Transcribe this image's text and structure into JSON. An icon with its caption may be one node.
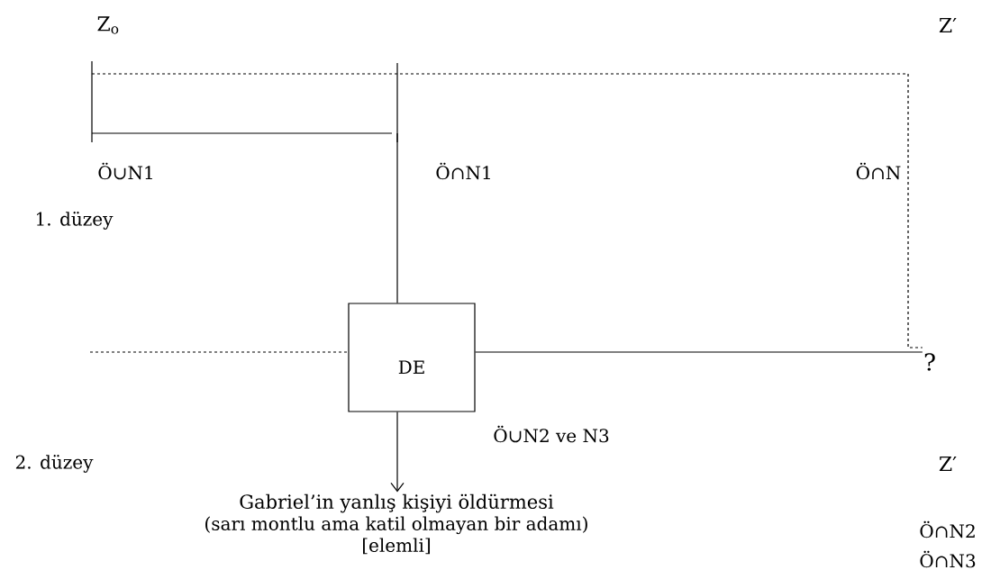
{
  "diagram": {
    "nodes": [
      {
        "text": [
          "DE"
        ]
      },
      {
        "text": [
          "Gabriel’in yanlış kişiyi öldürmesi",
          "(sarı montlu ama katil olmayan bir adamı)",
          "[elemli]"
        ]
      },
      {
        "text": [
          "?"
        ]
      }
    ],
    "edges": [
      {
        "from": null,
        "to": 0,
        "arrow": "none"
      },
      {
        "from": null,
        "to": 0,
        "arrow": "none",
        "style": "dashed"
      },
      {
        "from": 0,
        "to": 2,
        "arrow": "none"
      },
      {
        "from": 0,
        "to": 1,
        "arrow": "to"
      },
      {
        "from": null,
        "to": 2,
        "arrow": "none",
        "style": "dashed"
      }
    ],
    "labels": [
      "Z$_{o}$",
      "Z′",
      "Ö∪N1",
      "Ö∩N1",
      "Ö∩N",
      "1. düzey",
      "Ö∪N2 ve N3",
      "2. düzey",
      "Z′",
      "Ö∩N2",
      "Ö∩N3"
    ]
  }
}
